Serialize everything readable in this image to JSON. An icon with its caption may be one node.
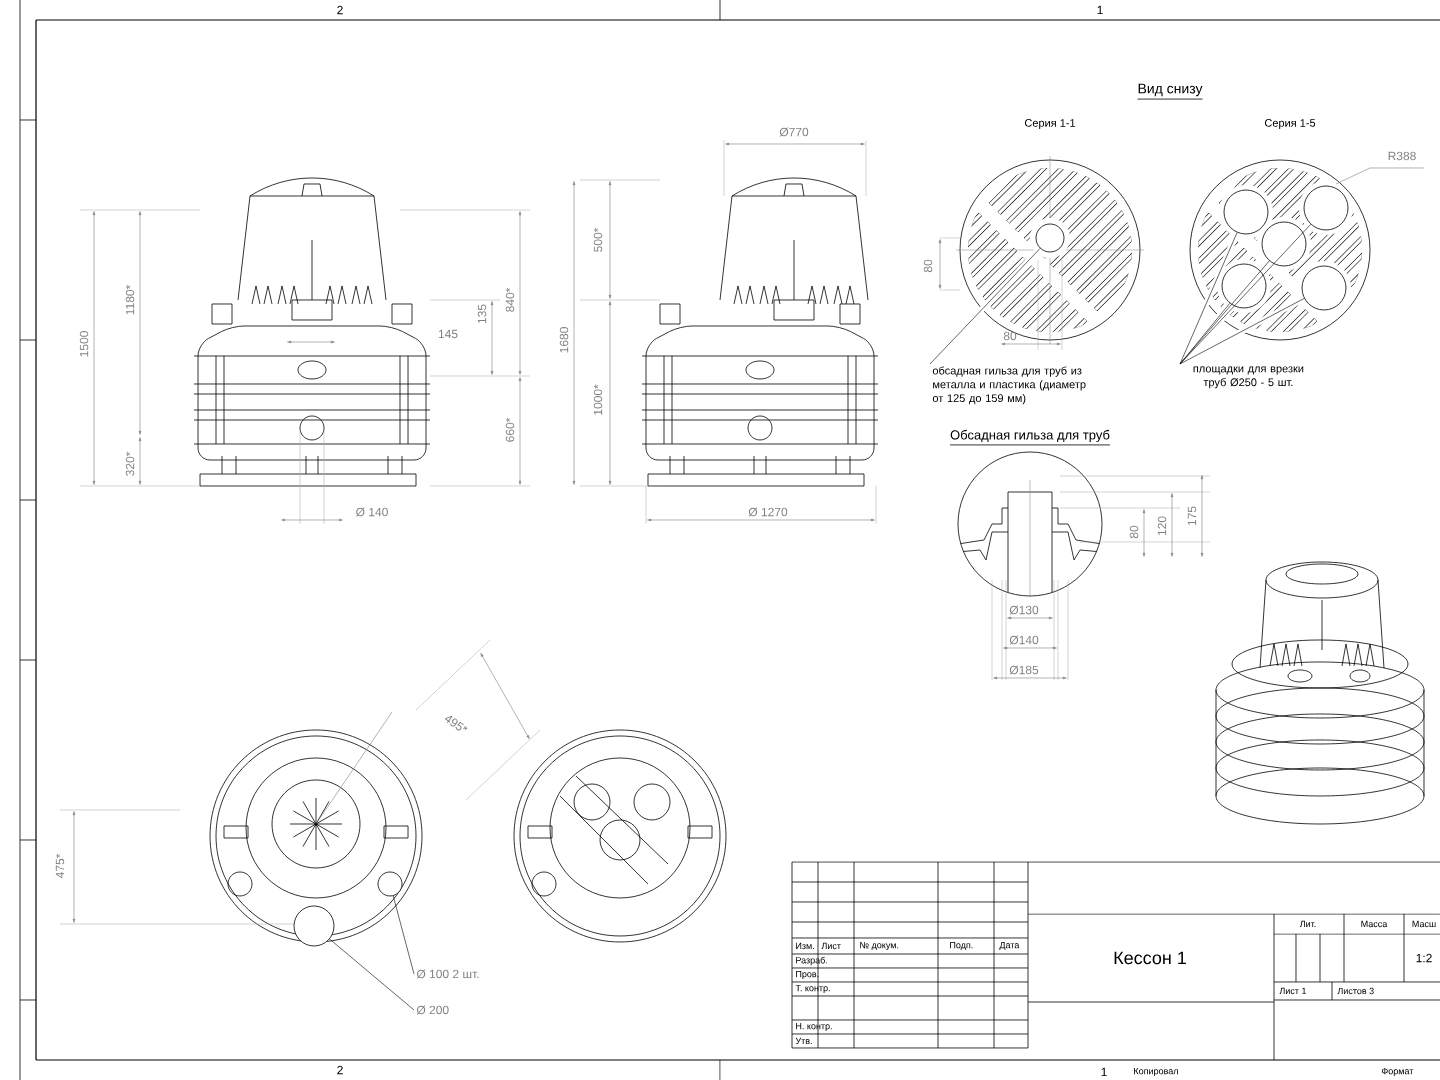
{
  "diagram": {
    "nodes": [
      {
        "text": [
          "обсадная гильза для труб из металла и пластика (диаметр от 125 до 159 мм)"
        ]
      },
      {
        "text": [],
        "shape": "circle"
      },
      {
        "text": [
          "площадки для врезки труб Ø250 - 5 шт."
        ]
      },
      {
        "text": [],
        "shape": "circle"
      },
      {
        "text": [],
        "shape": "circle"
      },
      {
        "text": [],
        "shape": "circle"
      },
      {
        "text": [],
        "shape": "circle"
      },
      {
        "text": [],
        "shape": "circle"
      },
      {
        "text": [
          "Ø 100 2 шт."
        ]
      },
      {
        "text": [],
        "shape": "circle"
      },
      {
        "text": [
          "Ø 200"
        ]
      },
      {
        "text": [],
        "shape": "circle"
      }
    ],
    "edges": [
      {
        "from": 0,
        "to": 1,
        "arrow": "none"
      },
      {
        "from": 2,
        "to": 3,
        "arrow": "none"
      },
      {
        "from": 2,
        "to": 4,
        "arrow": "none"
      },
      {
        "from": 2,
        "to": 5,
        "arrow": "none"
      },
      {
        "from": 2,
        "to": 6,
        "arrow": "none"
      },
      {
        "from": 2,
        "to": 7,
        "arrow": "none"
      },
      {
        "from": 8,
        "to": 9,
        "arrow": "none"
      },
      {
        "from": 10,
        "to": 11,
        "arrow": "none"
      }
    ],
    "labels": [
      "2",
      "1",
      "Вид снизу",
      "Ø770",
      "Серия 1-1",
      "Серия 1-5",
      "R388",
      "500*",
      "1180*",
      "1500",
      "135",
      "840*",
      "80",
      "1680",
      "145",
      "80",
      "1000*",
      "660*",
      "320*",
      "Обсадная гильза для труб",
      "Ø 140",
      "Ø 1270",
      "80",
      "120",
      "175",
      "Ø130",
      "Ø140",
      "Ø185",
      "495*",
      "475*",
      "Лит.",
      "Масса",
      "Масш",
      "Изм.",
      "Лист",
      "№ докум.",
      "Подп.",
      "Дата",
      "Разраб.",
      "Кессон 1",
      "1:2",
      "Пров.",
      "Т. контр.",
      "Лист 1",
      "Листов 3",
      "Н. контр.",
      "Утв.",
      "2",
      "1",
      "Копировал",
      "Формат"
    ]
  }
}
